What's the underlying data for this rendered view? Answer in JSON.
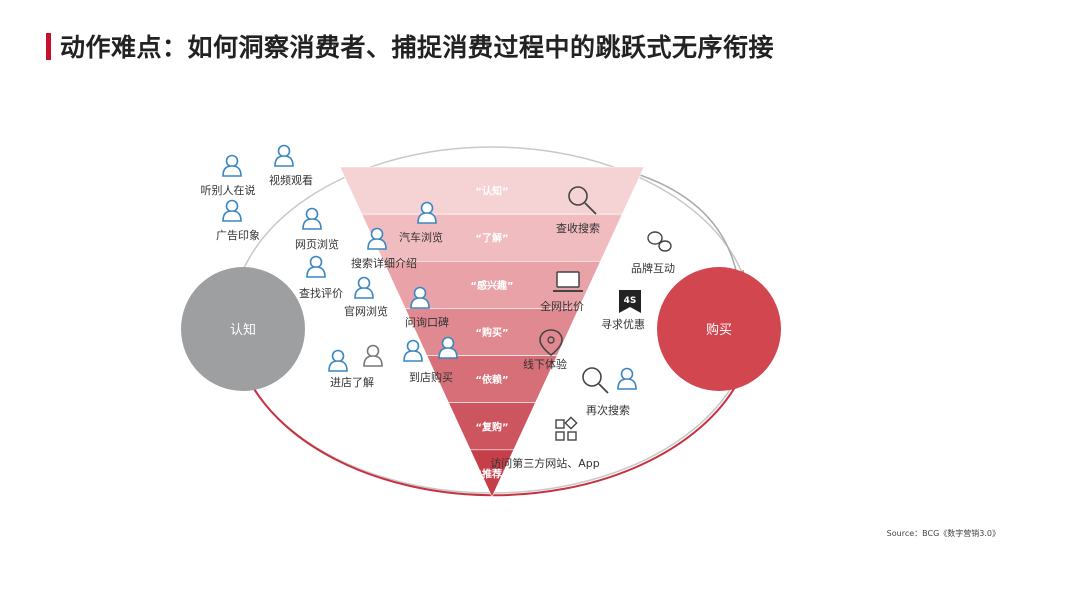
{
  "title": "动作难点：如何洞察消费者、捕捉消费过程中的跳跃式无序衔接",
  "source": "Source：BCG《数字营销3.0》",
  "left_circle": {
    "label": "认知",
    "color": "#9d9fa1"
  },
  "right_circle": {
    "label": "购买",
    "color": "#d2474f"
  },
  "funnel_stages": [
    "“认知”",
    "“了解”",
    "“感兴趣”",
    "“购买”",
    "“依赖”",
    "“复购”",
    "“推荐”"
  ],
  "funnel_colors": [
    "#f5d2d4",
    "#f0bcc0",
    "#e9a3a8",
    "#e08990",
    "#d66f77",
    "#cc5560",
    "#c53f4b"
  ],
  "touchpoints": {
    "listen": "听别人在说",
    "video": "视频观看",
    "ad": "广告印象",
    "web_browse": "网页浏览",
    "car_browse": "汽车浏览",
    "search_detail": "搜索详细介绍",
    "check_review": "查找评价",
    "official_site": "官网浏览",
    "ask_reputation": "问询口碑",
    "visit_store": "进店了解",
    "buy_store": "到店购买",
    "search_query": "查收搜索",
    "brand_interact": "品牌互动",
    "compare_price": "全网比价",
    "seek_discount": "寻求优惠",
    "offline_exp": "线下体验",
    "search_again": "再次搜索",
    "third_party": "访问第三方网站、App",
    "badge_4s": "4S"
  }
}
